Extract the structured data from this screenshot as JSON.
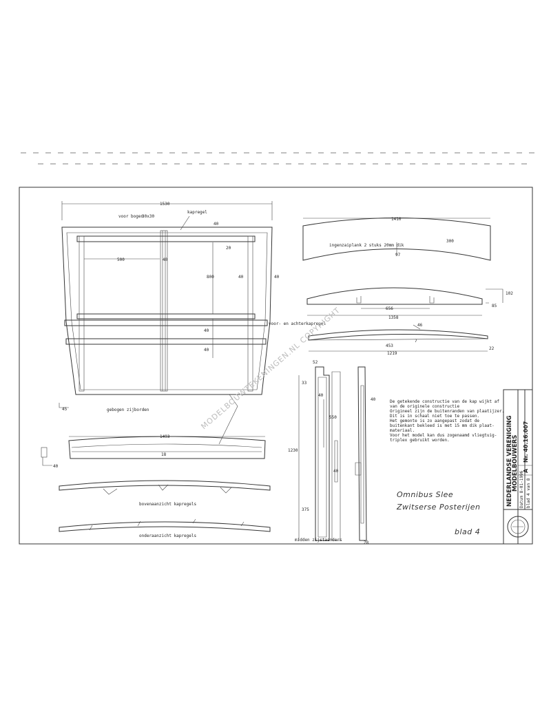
{
  "labels": {
    "overall_width": "1530",
    "front_bows": "voor bogen",
    "bow_size": "30x30",
    "kapregel": "kapregel",
    "dim_500": "500",
    "dim_40_a": "40",
    "dim_800": "800",
    "dim_20": "20",
    "dim_40_b": "40",
    "dim_40_c": "40",
    "dim_40_d": "40",
    "dim_40_e": "40",
    "dim_40_f": "40",
    "voor_achter": "voor- en achterkapregel",
    "bent_side_boards": "gebogen zijborden",
    "dim_45": "45",
    "dim_1493": "1493",
    "dim_18": "18",
    "dim_40_g": "40",
    "top_view_kapregels": "bovenaanzicht kapregels",
    "bottom_view_kapregels": "onderaanzicht kapregels",
    "dim_1410": "1410",
    "plywood_note": "ingenzaiplank 2 stuks 20mm dik",
    "dim_97": "97",
    "dim_300": "300",
    "dim_102": "102",
    "dim_656": "656",
    "dim_1358": "1358",
    "dim_85": "85",
    "dim_46": "46",
    "dim_453": "453",
    "dim_7": "7",
    "dim_1219": "1219",
    "dim_22": "22",
    "dim_52": "52",
    "dim_33": "33",
    "dim_40_h": "40",
    "dim_550": "550",
    "dim_1230": "1230",
    "dim_40_i": "40",
    "dim_40_j": "40",
    "dim_375": "375",
    "dim_28": "28",
    "middle_side_posts": "midden zijstaanders",
    "note_lines": [
      "De getekende constructie van de kap wijkt af",
      "van de originele constructie",
      "Origineel zijn de buitenranden van plaatijzer.",
      "Dit is in schaal niet toe te passen.",
      "Het gemonte is zo aangepast zodat de",
      "buitenkant bekleed is met 15 mm dik plaat-",
      "materiaal.",
      "Voor het model kan dus zogenaamd vliegtuig-",
      "triplex gebruikt worden."
    ],
    "title_line1": "Omnibus Slee",
    "title_line2": "Zwitserse Posterijen",
    "sheet_no": "blad 4",
    "watermark": "MODELBOUWTEKENINGEN.NL COPYRIGHT"
  },
  "title_block": {
    "org_line1": "NEDERLANDSE VERENIGING",
    "org_line2": "MODELBOUWERS",
    "date": "Datum 8-01-1996",
    "sheet_count": "blad 4 van 8",
    "rev": "A",
    "number": "Nr. 40.16.007"
  }
}
